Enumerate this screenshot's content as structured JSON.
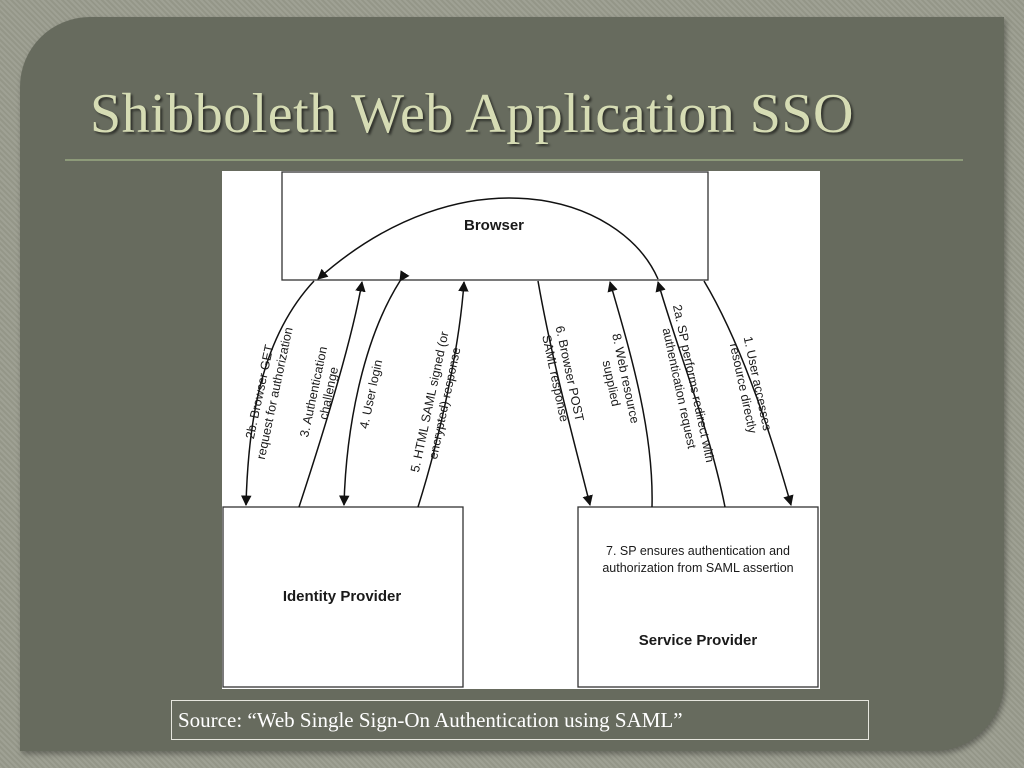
{
  "slide": {
    "title": "Shibboleth Web Application SSO",
    "source": "Source: “Web Single Sign-On Authentication using SAML”"
  },
  "diagram": {
    "nodes": {
      "browser": "Browser",
      "idp": "Identity Provider",
      "sp": "Service Provider"
    },
    "sp_note": [
      "7. SP ensures authentication and",
      "authorization from SAML assertion"
    ],
    "edges": {
      "e2b": [
        "2b. Browser GET",
        "request for authorization"
      ],
      "e3": [
        "3. Authentication",
        "challenge"
      ],
      "e4": [
        "4. User login"
      ],
      "e5": [
        "5. HTML SAML signed (or",
        "encrypted) response"
      ],
      "e6": [
        "6. Browser POST",
        "SAML response"
      ],
      "e8": [
        "8. Web resource",
        "supplied"
      ],
      "e2a": [
        "2a. SP performs redirect with",
        "authentication request"
      ],
      "e1": [
        "1. User accesses",
        "resource directly"
      ]
    }
  }
}
